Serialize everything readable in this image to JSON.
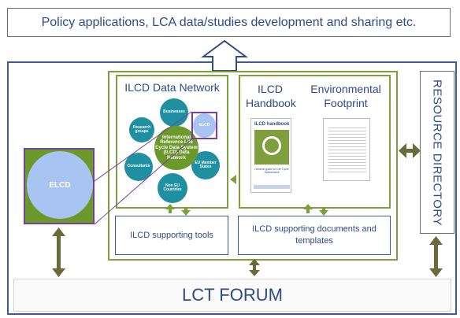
{
  "top_box": {
    "text": "Policy applications, LCA data/studies development and sharing etc."
  },
  "ilcd_network": {
    "title": "ILCD Data Network",
    "center": "International Reference Life Cycle Data System (ILCD) Data Network",
    "nodes": {
      "businesses": "Businesses",
      "research_groups": "Research groups",
      "consultants": "Consultants",
      "non_eu_countries": "Non EU Countries",
      "eu_member_states": "EU Member States",
      "elcd_small": "ELCD"
    }
  },
  "elcd": {
    "label": "ELCD"
  },
  "handbook": {
    "title": "ILCD Handbook",
    "cover_title": "ILCD handbook",
    "cover_subtitle": "General guide for Life Cycle Assessment"
  },
  "footprint": {
    "title": "Environmental Footprint"
  },
  "supporting_tools": {
    "label": "ILCD supporting tools"
  },
  "supporting_docs": {
    "label": "ILCD supporting documents and templates"
  },
  "resource_directory": {
    "label": "RESOURCE DIRECTORY"
  },
  "lct_forum": {
    "label": "LCT FORUM"
  },
  "colors": {
    "navy": "#2e4b86",
    "green": "#7f9f3c",
    "dark_green": "#6c7f2c",
    "teal": "#1f8fa2",
    "light_blue": "#a7c4f3",
    "purple": "#7b3fa0",
    "arrow": "#6b6a3b"
  }
}
